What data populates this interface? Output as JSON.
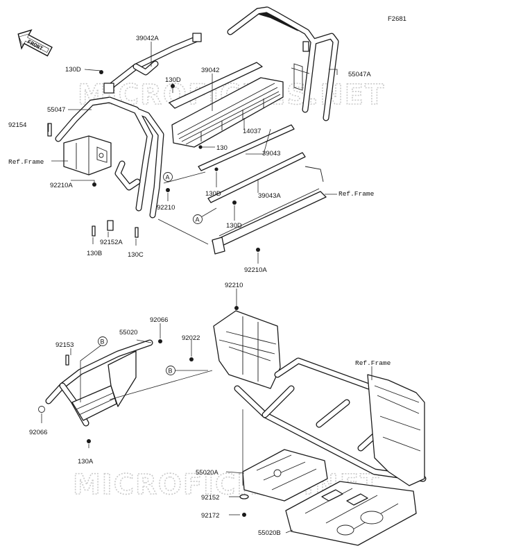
{
  "figure_id": "F2681",
  "front_arrow_label": "FRONT",
  "watermark": [
    "MICROFICHES.NET",
    "MICROFICHES.NET"
  ],
  "callouts": {
    "p39042A": "39042A",
    "p130D_1": "130D",
    "p130D_2": "130D",
    "p39042": "39042",
    "p55047A": "55047A",
    "p55047": "55047",
    "p92154": "92154",
    "p14037": "14037",
    "p130": "130",
    "p39043": "39043",
    "ref_frame_1": "Ref.Frame",
    "p92210A_1": "92210A",
    "p130D_3": "130D",
    "p39043A": "39043A",
    "ref_frame_2": "Ref.Frame",
    "p92210_1": "92210",
    "p130D_4": "130D",
    "p92152A": "92152A",
    "p130B": "130B",
    "p130C": "130C",
    "p92210A_2": "92210A",
    "p92210_2": "92210",
    "p92066_1": "92066",
    "p55020": "55020",
    "p92022": "92022",
    "p92153": "92153",
    "ref_frame_3": "Ref.Frame",
    "p92066_2": "92066",
    "p130A": "130A",
    "p55020A": "55020A",
    "p92152": "92152",
    "p92172": "92172",
    "p55020B": "55020B"
  },
  "ref_markers": {
    "a1": "A",
    "a2": "A",
    "b1": "B",
    "b2": "B"
  }
}
